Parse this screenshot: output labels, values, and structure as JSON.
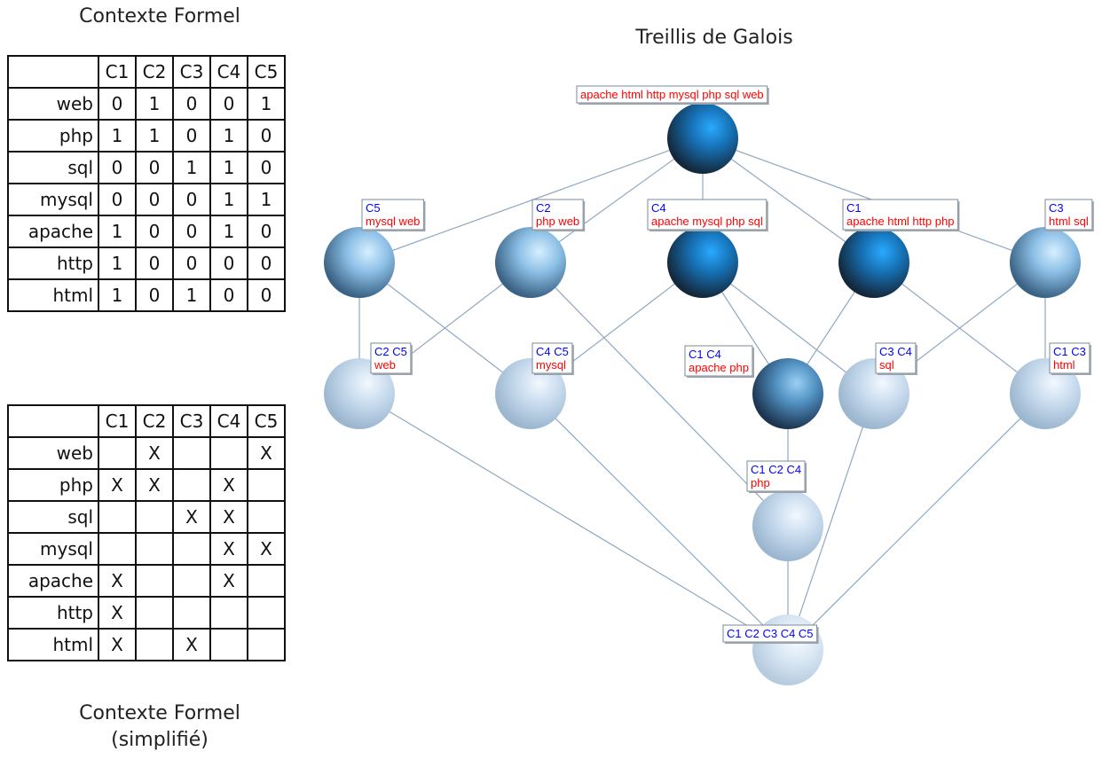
{
  "table1": {
    "title": "Contexte Formel",
    "columns": [
      "C1",
      "C2",
      "C3",
      "C4",
      "C5"
    ],
    "rows": [
      {
        "label": "web",
        "cells": [
          "0",
          "1",
          "0",
          "0",
          "1"
        ]
      },
      {
        "label": "php",
        "cells": [
          "1",
          "1",
          "0",
          "1",
          "0"
        ]
      },
      {
        "label": "sql",
        "cells": [
          "0",
          "0",
          "1",
          "1",
          "0"
        ]
      },
      {
        "label": "mysql",
        "cells": [
          "0",
          "0",
          "0",
          "1",
          "1"
        ]
      },
      {
        "label": "apache",
        "cells": [
          "1",
          "0",
          "0",
          "1",
          "0"
        ]
      },
      {
        "label": "http",
        "cells": [
          "1",
          "0",
          "0",
          "0",
          "0"
        ]
      },
      {
        "label": "html",
        "cells": [
          "1",
          "0",
          "1",
          "0",
          "0"
        ]
      }
    ]
  },
  "table2": {
    "title_line1": "Contexte Formel",
    "title_line2": "(simplifié)",
    "columns": [
      "C1",
      "C2",
      "C3",
      "C4",
      "C5"
    ],
    "rows": [
      {
        "label": "web",
        "cells": [
          "",
          "X",
          "",
          "",
          "X"
        ]
      },
      {
        "label": "php",
        "cells": [
          "X",
          "X",
          "",
          "X",
          ""
        ]
      },
      {
        "label": "sql",
        "cells": [
          "",
          "",
          "X",
          "X",
          ""
        ]
      },
      {
        "label": "mysql",
        "cells": [
          "",
          "",
          "",
          "X",
          "X"
        ]
      },
      {
        "label": "apache",
        "cells": [
          "X",
          "",
          "",
          "X",
          ""
        ]
      },
      {
        "label": "http",
        "cells": [
          "X",
          "",
          "",
          "",
          ""
        ]
      },
      {
        "label": "html",
        "cells": [
          "X",
          "",
          "X",
          "",
          ""
        ]
      }
    ]
  },
  "lattice": {
    "title": "Treillis de Galois",
    "colors": {
      "extent": "#0000ff",
      "intent": "#ff0000",
      "edge": "#8fa8c0"
    },
    "nodes": [
      {
        "id": "top",
        "extent": "",
        "intent": "apache html http mysql php sql web",
        "shade": "dark"
      },
      {
        "id": "c5",
        "extent": "C5",
        "intent": "mysql web",
        "shade": "mid"
      },
      {
        "id": "c2",
        "extent": "C2",
        "intent": "php web",
        "shade": "mid"
      },
      {
        "id": "c4",
        "extent": "C4",
        "intent": "apache mysql php sql",
        "shade": "dark"
      },
      {
        "id": "c1",
        "extent": "C1",
        "intent": "apache html http php",
        "shade": "dark"
      },
      {
        "id": "c3",
        "extent": "C3",
        "intent": "html sql",
        "shade": "mid"
      },
      {
        "id": "c2c5",
        "extent": "C2 C5",
        "intent": "web",
        "shade": "light"
      },
      {
        "id": "c4c5",
        "extent": "C4 C5",
        "intent": "mysql",
        "shade": "light"
      },
      {
        "id": "c1c4",
        "extent": "C1 C4",
        "intent": "apache php",
        "shade": "dark2"
      },
      {
        "id": "c3c4",
        "extent": "C3 C4",
        "intent": "sql",
        "shade": "light"
      },
      {
        "id": "c1c3",
        "extent": "C1 C3",
        "intent": "html",
        "shade": "light"
      },
      {
        "id": "c1c2c4",
        "extent": "C1 C2 C4",
        "intent": "php",
        "shade": "light"
      },
      {
        "id": "bottom",
        "extent": "C1 C2 C3 C4 C5",
        "intent": "",
        "shade": "lighter"
      }
    ],
    "edges": [
      [
        "top",
        "c5"
      ],
      [
        "top",
        "c2"
      ],
      [
        "top",
        "c4"
      ],
      [
        "top",
        "c1"
      ],
      [
        "top",
        "c3"
      ],
      [
        "c5",
        "c2c5"
      ],
      [
        "c5",
        "c4c5"
      ],
      [
        "c2",
        "c2c5"
      ],
      [
        "c2",
        "c1c2c4"
      ],
      [
        "c4",
        "c4c5"
      ],
      [
        "c4",
        "c1c4"
      ],
      [
        "c4",
        "c3c4"
      ],
      [
        "c1",
        "c1c4"
      ],
      [
        "c1",
        "c1c3"
      ],
      [
        "c3",
        "c3c4"
      ],
      [
        "c3",
        "c1c3"
      ],
      [
        "c1c4",
        "c1c2c4"
      ],
      [
        "c2c5",
        "bottom"
      ],
      [
        "c4c5",
        "bottom"
      ],
      [
        "c1c2c4",
        "bottom"
      ],
      [
        "c3c4",
        "bottom"
      ],
      [
        "c1c3",
        "bottom"
      ]
    ]
  }
}
